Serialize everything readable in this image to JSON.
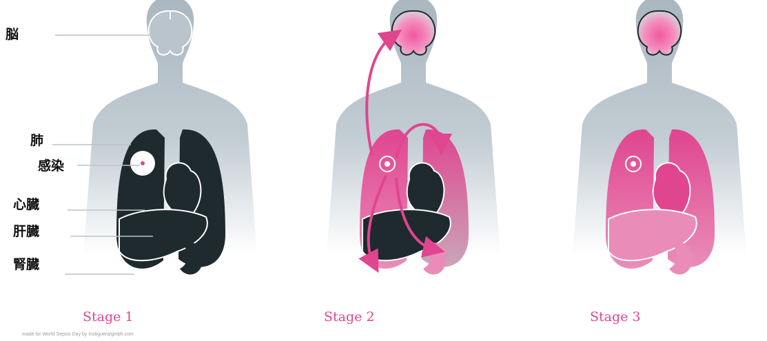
{
  "organ_labels": {
    "brain": "脳",
    "lung": "肺",
    "infection": "感染",
    "heart": "心臓",
    "liver": "肝臓",
    "kidney": "腎臓"
  },
  "stages": [
    "Stage 1",
    "Stage 2",
    "Stage 3"
  ],
  "credit": "made for World Sepsis Day by Instiguera/gmbh.com",
  "colors": {
    "silhouette": "#b9c4cc",
    "organ_dark": "#1f2a2e",
    "infection_pink": "#e0458f",
    "brain_glow": "#f0589f"
  }
}
